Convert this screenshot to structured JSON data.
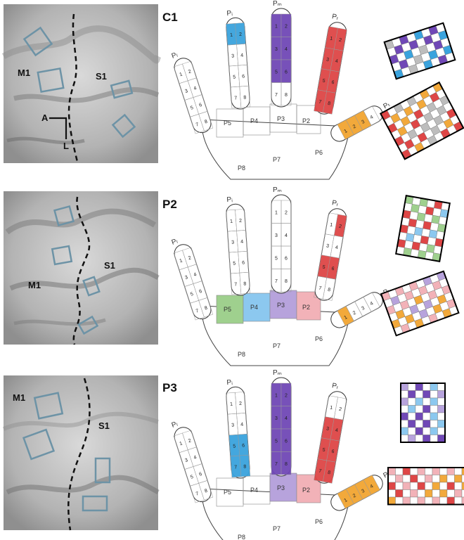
{
  "colors": {
    "background": "#ffffff",
    "brain_base": "#b9b9b9",
    "roi_outline": "#6d93a6",
    "sulcus_line": "#111111",
    "thumb": "#f2a93b",
    "index": "#3aa3dd",
    "middle": "#7048b6",
    "ring": "#de4646",
    "little": "#9fd08e",
    "p4": "#8cc8ef",
    "p3": "#b7a3dc",
    "p2": "#f2b2b8",
    "unassigned": "#bdbdbd"
  },
  "finger_labels": [
    "Pᵢ",
    "Pₘ",
    "Pᵣ",
    "Pₜ",
    "Pₗ"
  ],
  "palm_labels": [
    "P5",
    "P4",
    "P3",
    "P2",
    "P6",
    "P7",
    "P8"
  ],
  "rows": [
    {
      "label": "C1",
      "brain": {
        "m1_label": "M1",
        "s1_label": "S1",
        "axis_a": "A",
        "axis_l": "L"
      },
      "matrices": [
        "C1-top",
        "C1-bottom"
      ]
    },
    {
      "label": "P2",
      "brain": {
        "m1_label": "M1",
        "s1_label": "S1"
      },
      "matrices": [
        "P2-top",
        "P2-bottom"
      ]
    },
    {
      "label": "P3",
      "brain": {
        "m1_label": "M1",
        "s1_label": "S1"
      },
      "matrices": [
        "P3-top",
        "P3-bottom"
      ]
    }
  ],
  "cell_numbers": [
    "1",
    "2",
    "3",
    "4",
    "5",
    "6",
    "7",
    "8"
  ]
}
